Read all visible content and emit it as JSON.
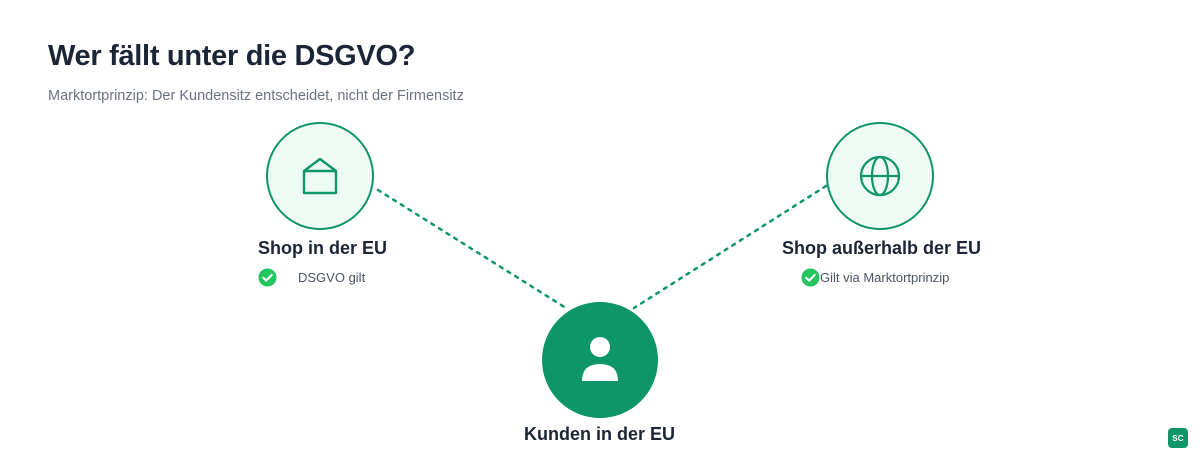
{
  "header": {
    "title": "Wer fällt unter die DSGVO?",
    "subtitle": "Marktortprinzip: Der Kundensitz entscheidet, nicht der Firmensitz"
  },
  "nodes": {
    "shop_eu": {
      "label": "Shop in der EU",
      "status": "DSGVO gilt",
      "icon": "house-icon"
    },
    "shop_non_eu": {
      "label": "Shop außerhalb der EU",
      "status": "Gilt via Marktortprinzip",
      "icon": "globe-icon"
    },
    "customers_eu": {
      "label": "Kunden in der EU",
      "icon": "person-icon"
    }
  },
  "badge": {
    "text": "SC"
  },
  "colors": {
    "accent": "#0f9668",
    "accent_light": "#edfbf4",
    "check": "#22c55e"
  }
}
